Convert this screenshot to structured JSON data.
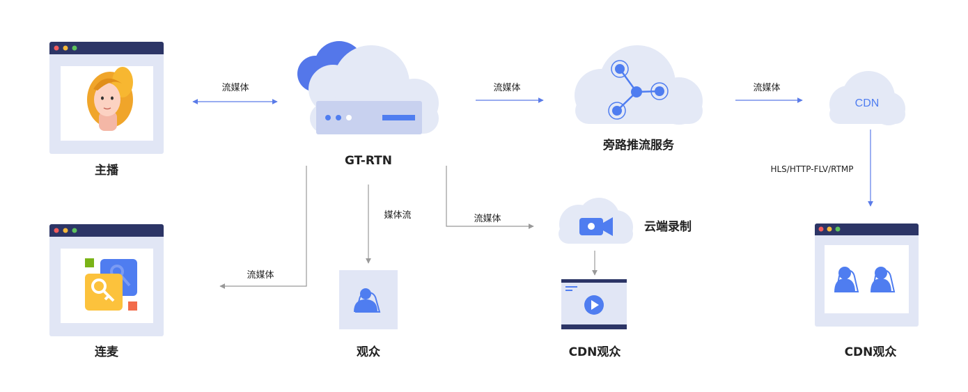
{
  "colors": {
    "blue": "#4f7df0",
    "cloud_light": "#e4e9f6",
    "cloud_blue": "#5477ea",
    "window_bar": "#2c3566",
    "window_frame": "#e1e6f5",
    "arrow_blue": "#5a7be8",
    "arrow_grey": "#999999"
  },
  "nodes": {
    "host": {
      "label": "主播"
    },
    "co_host": {
      "label": "连麦"
    },
    "rtn": {
      "label": "GT-RTN"
    },
    "audience": {
      "label": "观众"
    },
    "bypass": {
      "label": "旁路推流服务"
    },
    "cloud_record": {
      "label": "云端录制"
    },
    "cdn_audience_mid": {
      "label": "CDN观众"
    },
    "cdn": {
      "label": "CDN"
    },
    "cdn_audience_right": {
      "label": "CDN观众"
    }
  },
  "edges": {
    "host_rtn": "流媒体",
    "rtn_bypass": "流媒体",
    "bypass_cdn": "流媒体",
    "cdn_protocols": "HLS/HTTP-FLV/RTMP",
    "rtn_audience": "媒体流",
    "rtn_record": "流媒体",
    "rtn_cohost": "流媒体"
  }
}
